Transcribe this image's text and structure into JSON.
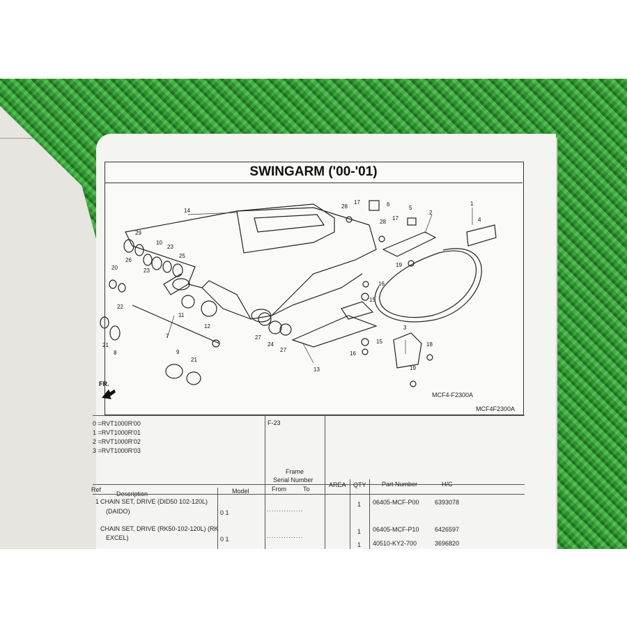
{
  "page": {
    "title": "SWINGARM ('00-'01)",
    "diagram_code_inner": "MCF4-F2300A",
    "diagram_code": "MCF4F2300A",
    "front_label": "FR.",
    "callouts": [
      "1",
      "2",
      "3",
      "4",
      "5",
      "6",
      "7",
      "8",
      "9",
      "10",
      "12",
      "13",
      "14",
      "15",
      "15",
      "16",
      "16",
      "17",
      "17",
      "18",
      "19",
      "19",
      "20",
      "21",
      "21",
      "22",
      "23",
      "23",
      "24",
      "25",
      "26",
      "27",
      "27",
      "28",
      "28",
      "29"
    ]
  },
  "models": [
    "0 =RVT1000R'00",
    "1 =RVT1000R'01",
    "2 =RVT1000R'02",
    "3 =RVT1000R'03"
  ],
  "figure_ref": "F-23",
  "table": {
    "headers": {
      "ref": "Ref",
      "description": "Description",
      "model": "Model",
      "frame": "Frame",
      "serial_number": "Serial Number",
      "from": "From",
      "to": "To",
      "area": "AREA",
      "qty": "QTY",
      "part_number": "Part Number",
      "hc": "H/C"
    },
    "rows": [
      {
        "ref": "1",
        "desc1": "CHAIN SET, DRIVE (DID50 102-120L)",
        "desc2": "(DAIDO)",
        "model": "0  1",
        "qty": "1",
        "part": "06405-MCF-P00",
        "hc": "6393078"
      },
      {
        "ref": "",
        "desc1": "CHAIN SET, DRIVE (RK50-102-120L) (RK",
        "desc2": "EXCEL)",
        "model": "0  1",
        "qty": "1",
        "part": "06405-MCF-P10",
        "hc": "6426597"
      },
      {
        "ref": "",
        "desc1": "",
        "desc2": "",
        "model": "",
        "qty": "1",
        "part": "40510-KY2-700",
        "hc": "3696820"
      }
    ]
  }
}
